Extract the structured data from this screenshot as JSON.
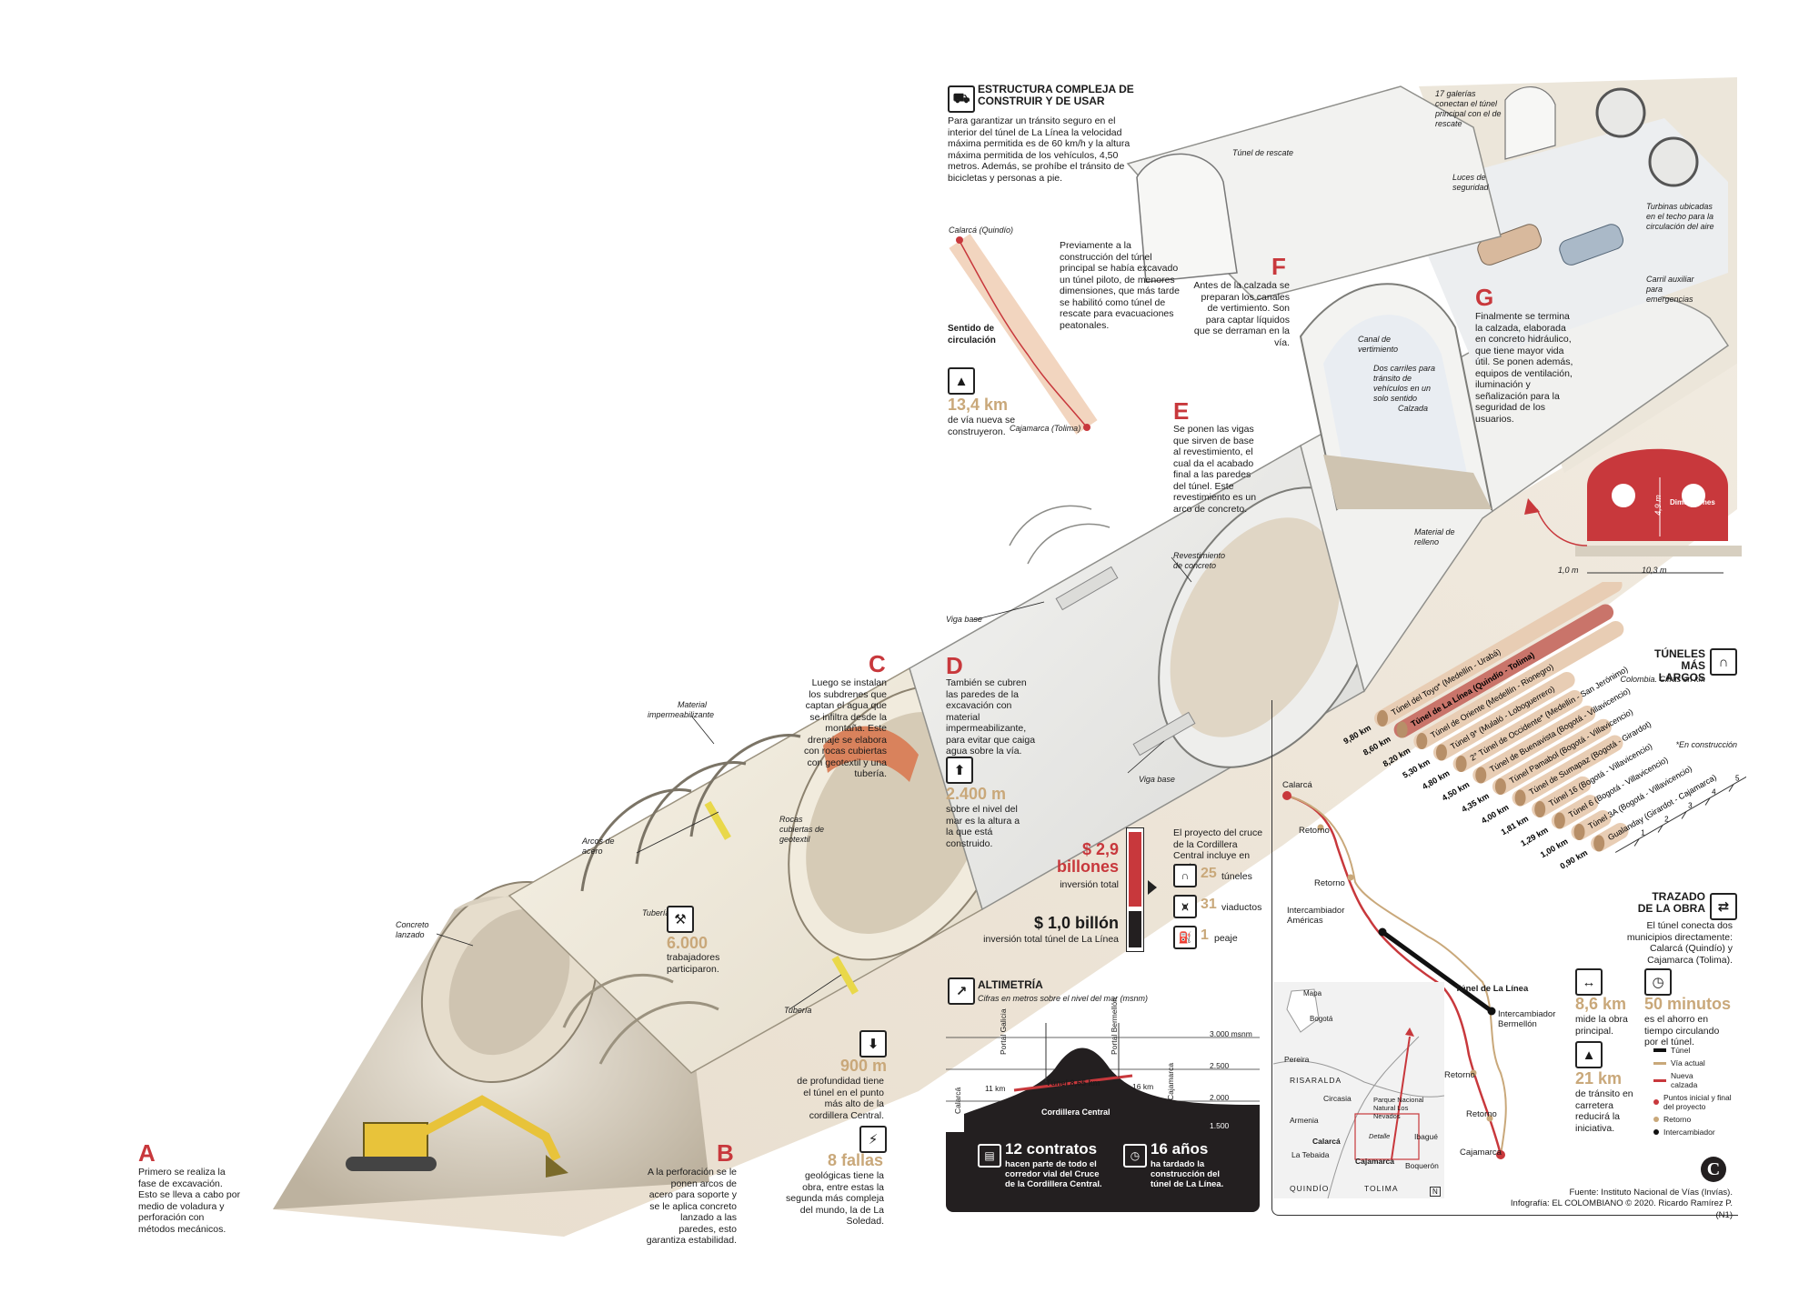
{
  "main": {
    "title": "ESTRUCTURA COMPLEJA DE CONSTRUIR Y DE USAR",
    "intro": "Para garantizar un tránsito seguro en el interior del túnel de La Línea la velocidad máxima permitida es de 60 km/h y la altura máxima permitida de los vehículos, 4,50 metros. Además, se prohíbe el tránsito de bicicletas y personas a pie.",
    "route_from": "Calarcá (Quindío)",
    "route_to": "Cajamarca (Tolima)",
    "sentido": "Sentido de circulación",
    "pilot": "Previamente a la construcción del túnel principal se había excavado un túnel piloto, de menores dimensiones, que más tarde se habilitó como túnel de rescate para evacuaciones peatonales."
  },
  "steps": {
    "A": {
      "letter": "A",
      "text": "Primero se realiza la fase de excavación. Esto se lleva a cabo por medio de voladura y perforación con métodos mecánicos."
    },
    "B": {
      "letter": "B",
      "text": "A la perforación se le ponen arcos de acero para soporte y se le aplica concreto lanzado a las paredes, esto garantiza estabilidad."
    },
    "C": {
      "letter": "C",
      "text": "Luego se instalan los subdrenes que captan el agua que se infiltra desde la montaña. Este drenaje se elabora con rocas cubiertas con geotextil y una tubería."
    },
    "D": {
      "letter": "D",
      "text": "También se cubren las paredes de la excavación con material impermeabilizante, para evitar que caiga agua sobre la vía."
    },
    "E": {
      "letter": "E",
      "text": "Se ponen las vigas que sirven de base al revestimiento, el cual da el acabado final a las paredes del túnel. Este revestimiento es un arco de concreto."
    },
    "F": {
      "letter": "F",
      "text": "Antes de la calzada se preparan los canales de vertimiento. Son para captar líquidos que se derraman en la vía."
    },
    "G": {
      "letter": "G",
      "text": "Finalmente se termina la calzada, elaborada en concreto hidráulico, que tiene mayor vida útil. Se ponen además, equipos de ventilación, iluminación y señalización para la seguridad de los usuarios."
    }
  },
  "labels": {
    "concreto": "Concreto lanzado",
    "arcos": "Arcos de acero",
    "tuberia1": "Tubería",
    "tuberia2": "Tubería",
    "impermeabilizante": "Material impermeabilizante",
    "rocas": "Rocas cubiertas de geotextil",
    "viga1": "Viga base",
    "viga2": "Viga base",
    "revestimiento": "Revestimiento de concreto",
    "rescate": "Túnel de rescate",
    "galerias": "17 galerías conectan el túnel principal con el de rescate",
    "luces": "Luces de seguridad",
    "turbinas": "Turbinas ubicadas en el techo para la circulación del aire",
    "carril_aux": "Carril auxiliar para emergencias",
    "canal": "Canal de vertimiento",
    "carriles": "Dos carriles para tránsito de vehículos en un solo sentido",
    "calzada": "Calzada",
    "relleno": "Material de relleno",
    "dimensiones": "Dimensiones",
    "dim_h": "4,9 m",
    "dim_side": "1,0 m",
    "dim_w": "10,3 m"
  },
  "stats": {
    "km_nueva": {
      "value": "13,4 km",
      "text": "de vía nueva se construyeron."
    },
    "trabajadores": {
      "value": "6.000",
      "text": "trabajadores participaron."
    },
    "altura": {
      "value": "2.400 m",
      "text": "sobre el nivel del mar es la altura a la que está construido."
    },
    "profundidad": {
      "value": "900 m",
      "text": "de profundidad tiene el túnel en el punto más alto de la cordillera Central."
    },
    "fallas": {
      "value": "8 fallas",
      "text": "geológicas tiene la obra, entre estas la segunda más compleja del mundo, la de La Soledad."
    }
  },
  "investment": {
    "total_value": "$ 2,9 billones",
    "total_text": "inversión total",
    "tunnel_value": "$ 1,0 billón",
    "tunnel_text": "inversión total túnel de La Línea",
    "project_text": "El proyecto del cruce de la Cordillera Central incluye en total:",
    "tuneles_n": "25",
    "tuneles_t": "túneles",
    "viaductos_n": "31",
    "viaductos_t": "viaductos",
    "peaje_n": "1",
    "peaje_t": "peaje"
  },
  "altimetria": {
    "title": "ALTIMETRÍA",
    "subtitle": "Cifras en metros sobre el nivel del mar (msnm)",
    "levels": [
      "3.000 msnm",
      "2.500",
      "2.000",
      "1.500"
    ],
    "portal_g": "Portal Galicia",
    "portal_b": "Portal Bermellón",
    "calarca": "Calarcá",
    "cajamarca": "Cajamarca",
    "seg1": "11 km",
    "seg2": "16 km",
    "tunnel": "Túnel 8,65 km",
    "range": "Cordillera Central",
    "contratos_v": "12 contratos",
    "contratos_t": "hacen parte de todo el corredor vial del Cruce de la Cordillera Central.",
    "anios_v": "16 años",
    "anios_t": "ha tardado la construcción del túnel de La Línea."
  },
  "chart_data": {
    "type": "bar",
    "title": "TÚNELES MÁS LARGOS",
    "subtitle": "Colombia. Cifras en km",
    "note": "*En construcción",
    "xlim": [
      0,
      10
    ],
    "xlabel": "10 km",
    "ticks": [
      "1",
      "2",
      "3",
      "4",
      "5",
      "6",
      "7",
      "8",
      "9"
    ],
    "categories": [
      "Túnel del Toyo* (Medellín - Urabá)",
      "Túnel de La Línea (Quindío - Tolima)",
      "Túnel de Oriente (Medellín - Rionegro)",
      "Túnel 9* (Mulaló - Loboguerrero)",
      "2° Túnel de Occidente* (Medellín - San Jerónimo)",
      "Túnel de Buenavista (Bogotá - Villavicencio)",
      "Túnel Pamabol (Bogotá - Villavicencio)",
      "Túnel de Sumapaz (Bogotá - Girardot)",
      "Túnel 16 (Bogotá - Villavicencio)",
      "Túnel 6 (Bogotá - Villavicencio)",
      "Túnel 3A (Bogotá - Villavicencio)",
      "Gualanday (Girardot - Cajamarca)"
    ],
    "values": [
      9.8,
      8.6,
      8.2,
      5.3,
      4.8,
      4.5,
      4.35,
      4.0,
      1.81,
      1.29,
      1.0,
      0.9
    ],
    "value_labels": [
      "9,80 km",
      "8,60 km",
      "8,20 km",
      "5,30 km",
      "4,80 km",
      "4,50 km",
      "4,35 km",
      "4,00 km",
      "1,81 km",
      "1,29 km",
      "1,00 km",
      "0,90 km"
    ],
    "highlight_index": 1
  },
  "trazado": {
    "title": "TRAZADO DE LA OBRA",
    "text": "El túnel conecta dos municipios directamente: Calarcá (Quindío) y Cajamarca (Tolima).",
    "len_v": "8,6 km",
    "len_t": "mide la obra principal.",
    "ahorro_v": "50 minutos",
    "ahorro_t": "es el ahorro en tiempo circulando por el túnel.",
    "transito_v": "21 km",
    "transito_t": "de tránsito en carretera reducirá la iniciativa.",
    "places": {
      "calarca": "Calarcá",
      "retorno1": "Retorno",
      "retorno2": "Retorno",
      "intercambiador1": "Intercambiador Américas",
      "tunel": "Túnel de La Línea",
      "intercambiador2": "Intercambiador Bermellón",
      "retorno3": "Retorno",
      "retorno4": "Retorno",
      "cajamarca": "Cajamarca"
    },
    "legend": [
      "Túnel",
      "Vía actual",
      "Nueva calzada",
      "Puntos inicial y final del proyecto",
      "Retorno",
      "Intercambiador"
    ],
    "minimap": {
      "mapa": "Mapa",
      "bogota": "Bogotá",
      "pereira": "Pereira",
      "risaralda": "RISARALDA",
      "circasia": "Circasia",
      "armenia": "Armenia",
      "calarca": "Calarcá",
      "tebaida": "La Tebaida",
      "cajamarca": "Cajamarca",
      "ibague": "Ibagué",
      "boqueron": "Boquerón",
      "parque": "Parque Nacional Natural Los Nevados",
      "quindio": "QUINDÍO",
      "tolima": "TOLIMA",
      "detalle": "Detalle",
      "norte": "N"
    }
  },
  "credits": {
    "source": "Fuente: Instituto Nacional de Vías (Invías).",
    "infographic": "Infografía: EL COLOMBIANO © 2020. Ricardo Ramírez P. (N1)",
    "logo": "C"
  },
  "colors": {
    "accent": "#c8383c",
    "gold": "#c9a87a",
    "dark": "#231f20",
    "ground": "#e8dccb"
  }
}
